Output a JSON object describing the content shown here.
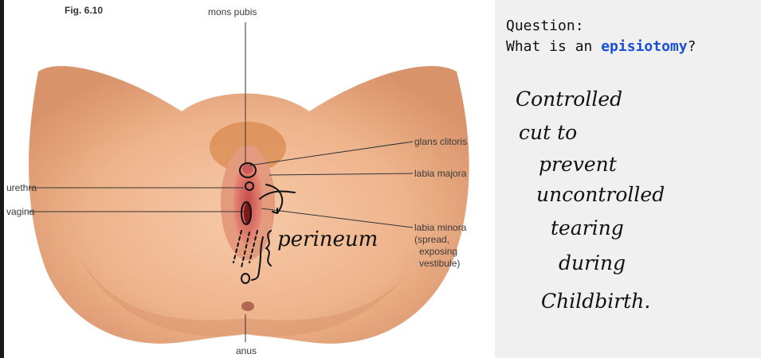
{
  "figure": {
    "fig_label": "Fig. 6.10",
    "labels": {
      "mons_pubis": "mons pubis",
      "glans_clitoris": "glans clitoris",
      "labia_majora": "labia majora",
      "urethra": "urethra",
      "vagina": "vagina",
      "labia_minora_1": "labia minora",
      "labia_minora_2": "(spread,",
      "labia_minora_3": "exposing",
      "labia_minora_4": "vestibule)",
      "anus": "anus"
    },
    "annotation": "perineum"
  },
  "panel": {
    "question_label": "Question:",
    "question_prefix": "What is an ",
    "question_keyword": "episiotomy",
    "question_suffix": "?",
    "answer_lines": [
      "Controlled",
      "cut to",
      "prevent",
      "uncontrolled",
      "tearing",
      "during",
      "Childbirth."
    ],
    "keyword_color": "#1a4fd8"
  }
}
